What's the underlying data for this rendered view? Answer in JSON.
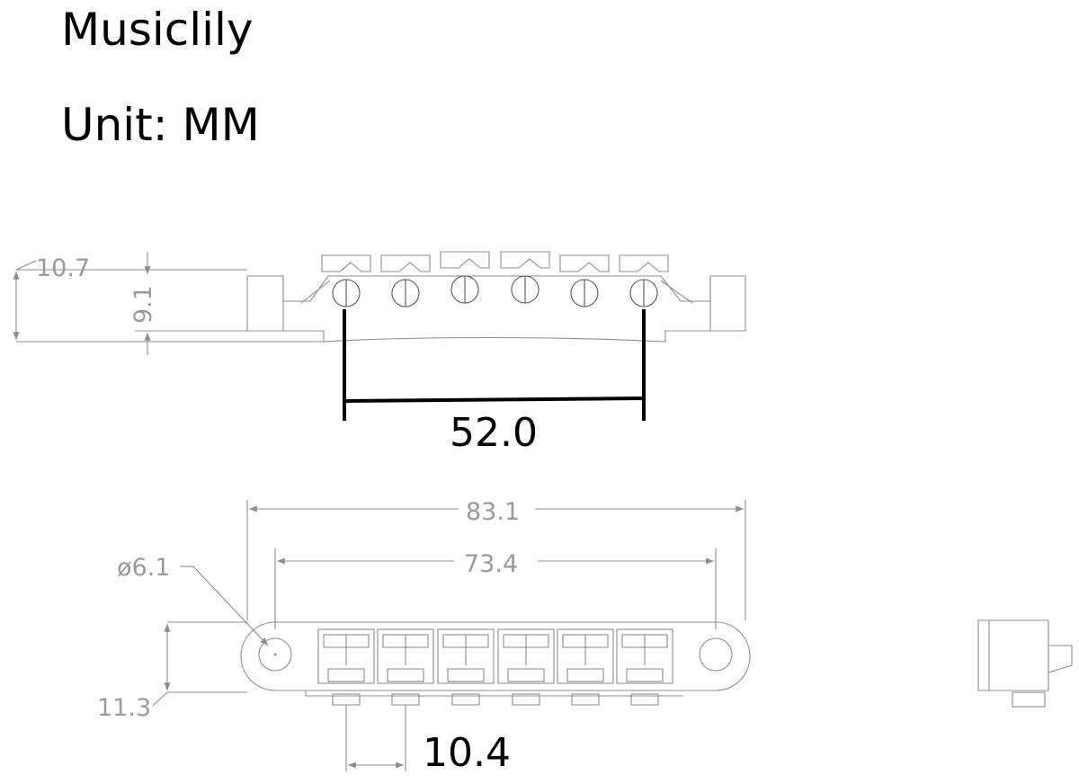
{
  "header": {
    "brand": "Musiclily",
    "unit": "Unit: MM"
  },
  "dimensions": {
    "top_height_outer": "10.7",
    "top_height_inner": "9.1",
    "string_spread": "52.0",
    "overall_length": "83.1",
    "stud_spacing": "73.4",
    "stud_hole_diameter": "ø6.1",
    "base_height": "11.3",
    "saddle_spacing": "10.4"
  },
  "colors": {
    "line": "#8c8c8c",
    "dim_text": "#9a9a9a",
    "emphasis": "#000000"
  }
}
